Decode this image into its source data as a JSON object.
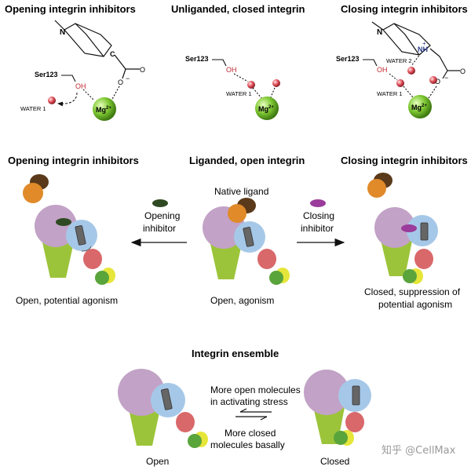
{
  "top": {
    "left_title": "Opening integrin inhibitors",
    "mid_title": "Unliganded, closed integrin",
    "right_title": "Closing integrin inhibitors"
  },
  "chem": {
    "ser": "Ser123",
    "oh": "OH",
    "water1": "WATER 1",
    "water2": "WATER 2",
    "mg": "Mg",
    "mg_charge": "2+",
    "n": "N",
    "c": "C",
    "o": "O",
    "nh": "NH",
    "plus": "+",
    "minus": "−"
  },
  "middle": {
    "left_title": "Opening integrin inhibitors",
    "mid_title": "Liganded, open integrin",
    "right_title": "Closing integrin inhibitors",
    "native_ligand": "Native ligand",
    "opening_line1": "Opening",
    "opening_line2": "inhibitor",
    "closing_line1": "Closing",
    "closing_line2": "inhibitor",
    "left_caption": "Open, potential agonism",
    "mid_caption": "Open, agonism",
    "right_caption_line1": "Closed, suppression of",
    "right_caption_line2": "potential agonism"
  },
  "ensemble": {
    "title": "Integrin ensemble",
    "line1": "More open molecules",
    "line2": "in activating stress",
    "line3": "More closed",
    "line4": "molecules basally",
    "open_label": "Open",
    "closed_label": "Closed"
  },
  "watermark": "知乎 @CellMax",
  "colors": {
    "purple_domain": "#c2a2c6",
    "blue_domain": "#a6c8e8",
    "red_domain": "#d9686a",
    "green_domain": "#5aa43c",
    "yellow_domain": "#e6e63a",
    "stalk": "#9cc43a",
    "ligand_brown": "#5a3a1a",
    "ligand_orange": "#e08a2a",
    "opening_inhibitor": "#2f4a22",
    "closing_inhibitor": "#9b3b9b",
    "mg_green": "#7ec832",
    "water_red": "#e0505a"
  }
}
